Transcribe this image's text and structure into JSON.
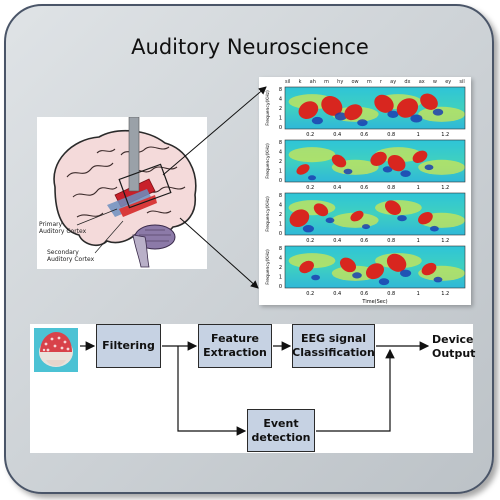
{
  "title": "Auditory Neuroscience",
  "brain": {
    "primary_label": "Primary\nAuditory Cortex",
    "secondary_label": "Secondary\nAuditory Cortex"
  },
  "spectrograms": {
    "top_words": [
      "sil",
      "k",
      "ah",
      "m",
      "hy",
      "ow",
      "m",
      "r",
      "ay",
      "dx",
      "ax",
      "w",
      "ey",
      "sil"
    ],
    "y_label": "Frequency(KHz)",
    "y_ticks": [
      "8",
      "4",
      "2",
      "1",
      "0"
    ],
    "x_ticks": [
      "0.2",
      "0.4",
      "0.6",
      "0.8",
      "1",
      "1.2"
    ],
    "x_label": "Time(Sec)"
  },
  "flow": {
    "filtering": "Filtering",
    "feature_extraction": "Feature\nExtraction",
    "classification": "EEG signal\nClassification",
    "event_detection": "Event\ndetection",
    "device_output": "Device\nOutput"
  },
  "colors": {
    "box_fill": "#c6d2e3",
    "card_border": "#4a5568"
  }
}
